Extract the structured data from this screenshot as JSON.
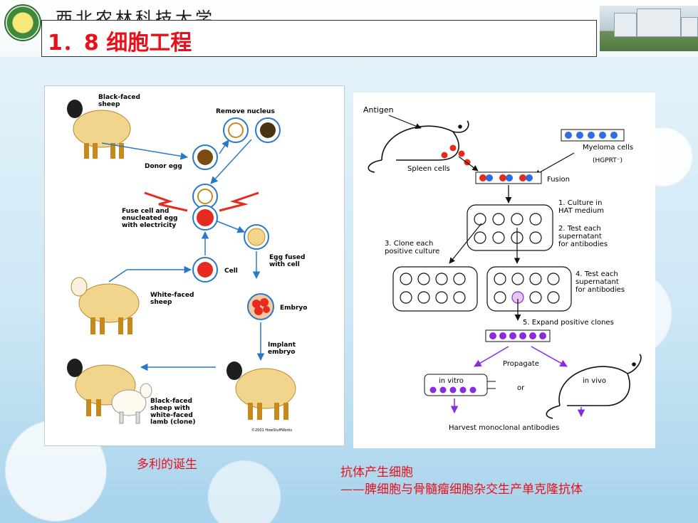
{
  "header": {
    "university_name": "西北农林科技大学",
    "slide_title": "1．8  细胞工程"
  },
  "left_diagram": {
    "black_faced_sheep": "Black-faced\nsheep",
    "remove_nucleus": "Remove nucleus",
    "donor_egg": "Donor egg",
    "fuse": "Fuse cell and\nenucleated egg\nwith electricity",
    "egg_fused": "Egg fused\nwith cell",
    "cell": "Cell",
    "white_faced_sheep": "White-faced\nsheep",
    "embryo": "Embryo",
    "implant": "Implant\nembryo",
    "clone": "Black-faced\nsheep with\nwhite-faced\nlamb (clone)",
    "copyright": "©2001 HowStuffWorks"
  },
  "right_diagram": {
    "antigen": "Antigen",
    "spleen_cells": "Spleen cells",
    "myeloma_cells": "Myeloma cells",
    "hgprt": "(HGPRT⁻)",
    "fusion": "Fusion",
    "step1": "1. Culture in\nHAT medium",
    "step2": "2. Test each\nsupernatant\nfor antibodies",
    "step3": "3. Clone each\npositive culture",
    "step4": "4. Test each\nsupernatant\nfor antibodies",
    "step5": "5. Expand positive clones",
    "propagate": "Propagate",
    "in_vitro": "in vitro",
    "or": "or",
    "in_vivo": "in vivo",
    "harvest": "Harvest monoclonal antibodies"
  },
  "captions": {
    "left": "多利的诞生",
    "right_line1": "抗体产生细胞",
    "right_line2": "——脾细胞与骨髓瘤细胞杂交生产单克隆抗体"
  },
  "colors": {
    "title_red": "#e8101a",
    "sheep_wool": "#f2d58c",
    "sheep_legs": "#c8891c",
    "cell_red": "#e52b1f",
    "myeloma_blue": "#2e6de0",
    "clone_purple": "#8a2be2",
    "arrow_blue": "#2a78c8"
  }
}
